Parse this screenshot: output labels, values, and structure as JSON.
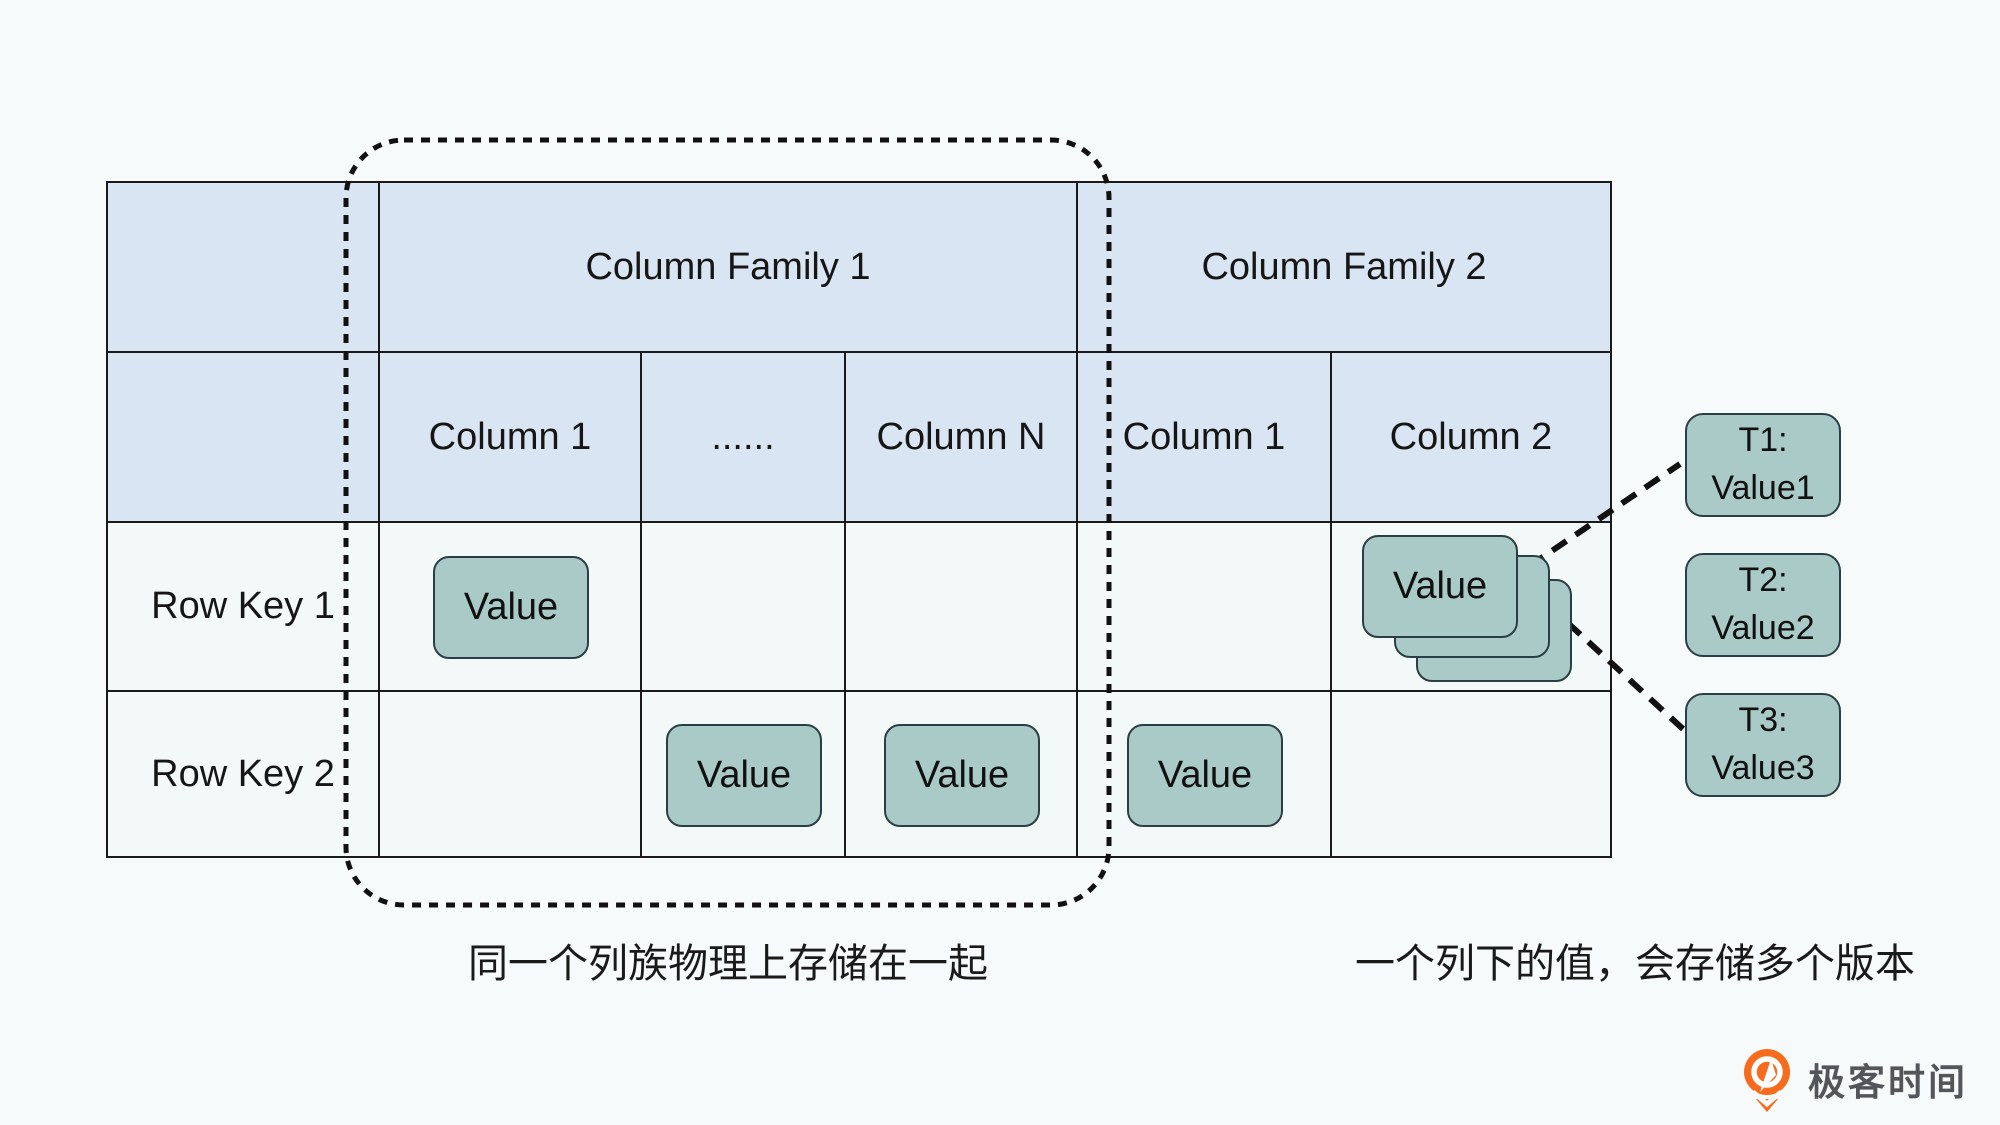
{
  "diagram": {
    "column_families": [
      "Column Family 1",
      "Column Family 2"
    ],
    "cf1_columns": [
      "Column 1",
      "......",
      "Column N"
    ],
    "cf2_columns": [
      "Column 1",
      "Column 2"
    ],
    "row_keys": [
      "Row Key 1",
      "Row Key 2"
    ],
    "value_label": "Value",
    "versions": [
      {
        "time": "T1:",
        "value": "Value1"
      },
      {
        "time": "T2:",
        "value": "Value2"
      },
      {
        "time": "T3:",
        "value": "Value3"
      }
    ],
    "caption_left": "同一个列族物理上存储在一起",
    "caption_right": "一个列下的值，会存储多个版本",
    "logo_text": "极客时间",
    "colors": {
      "header_fill": "#d9e5f2",
      "cell_fill": "#f3f9f9",
      "value_fill": "#a9cac7",
      "value_border": "#2c3e45",
      "grid_line": "#1a1a1a",
      "background": "#f6fafa",
      "logo_orange": "#f76b1c",
      "logo_gray": "#54555a"
    }
  }
}
